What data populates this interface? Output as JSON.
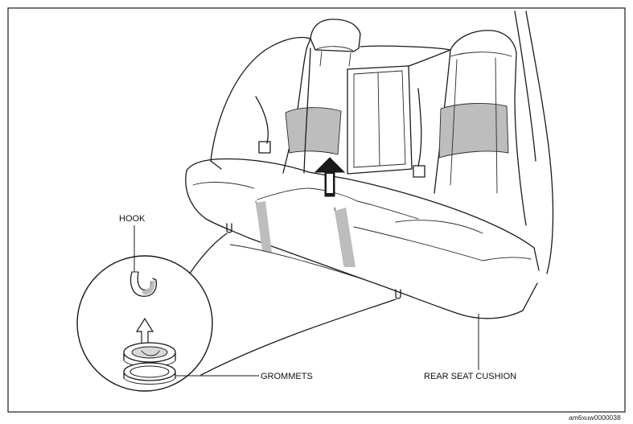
{
  "labels": {
    "hook": "HOOK",
    "grommets": "GROMMETS",
    "rear_seat_cushion": "REAR SEAT CUSHION"
  },
  "figure_code": "am6xuw0000038",
  "colors": {
    "line": "#1a1a1a",
    "shade": "#bdbdbd",
    "background": "#ffffff"
  },
  "icons": {
    "lift_arrow": "up-arrow-icon",
    "install_arrow": "up-arrow-icon"
  }
}
